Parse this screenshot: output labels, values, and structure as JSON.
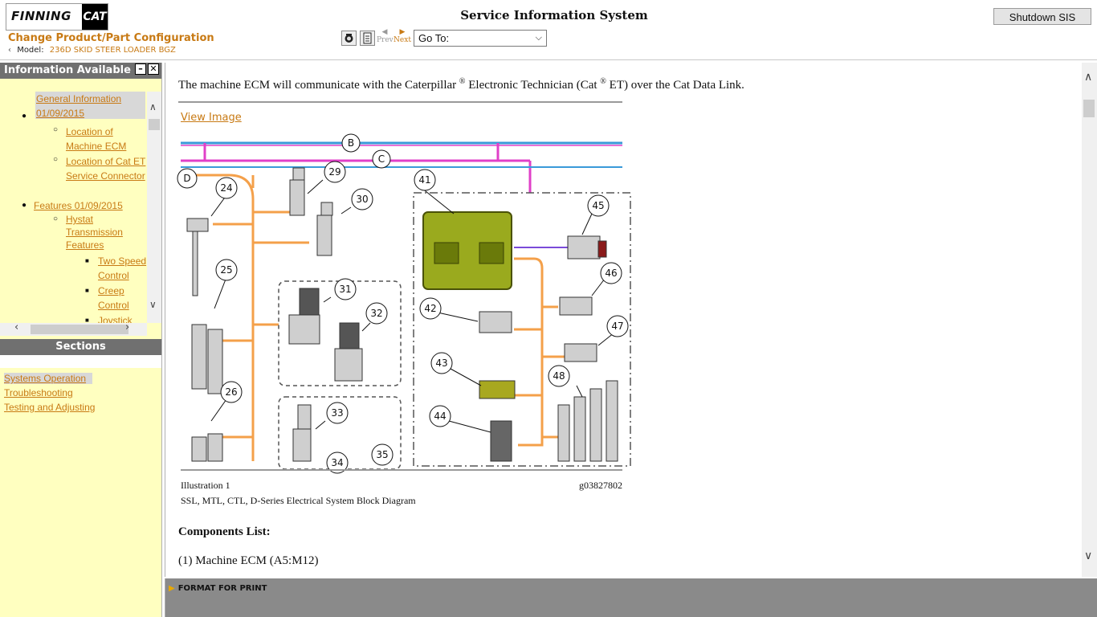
{
  "header": {
    "logo_text": "FINNING",
    "logo_cat": "CAT",
    "app_title": "Service Information System",
    "change_config": "Change Product/Part Configuration",
    "model_label": "Model:",
    "model_value": "236D SKID STEER LOADER BGZ",
    "shutdown_label": "Shutdown SIS",
    "prev_label": "Prev",
    "next_label": "Next",
    "goto_value": "Go To:"
  },
  "left_panel": {
    "info_title": "Information Available",
    "tree": {
      "general_info": "General Information 01/09/2015",
      "general_info_l1": "General Information",
      "general_info_l2": "01/09/2015",
      "loc_ecm_l1": "Location of",
      "loc_ecm_l2": "Machine ECM",
      "loc_cat_l1": "Location of Cat ET",
      "loc_cat_l2": "Service Connector",
      "features": "Features 01/09/2015",
      "hystat_l1": "Hystat",
      "hystat_l2": "Transmission",
      "hystat_l3": "Features",
      "two_speed_l1": "Two Speed",
      "two_speed_l2": "Control",
      "creep_l1": "Creep",
      "creep_l2": "Control",
      "joystick": "Joystick"
    },
    "sections_title": "Sections",
    "sections": [
      "Systems Operation",
      "Troubleshooting",
      "Testing and Adjusting"
    ]
  },
  "main": {
    "intro_a": "The machine ECM will communicate with the Caterpillar",
    "intro_reg1": "®",
    "intro_b": "Electronic Technician (Cat",
    "intro_reg2": "®",
    "intro_c": "ET) over the Cat Data Link.",
    "view_image": "View Image",
    "illustration_label": "Illustration 1",
    "illustration_id": "g03827802",
    "illustration_caption": "SSL, MTL, CTL, D-Series Electrical System Block Diagram",
    "components_heading": "Components List:",
    "first_component": "(1) Machine ECM (A5:M12)",
    "diagram_callouts": [
      "B",
      "C",
      "D",
      "24",
      "29",
      "30",
      "25",
      "31",
      "32",
      "26",
      "33",
      "34",
      "35",
      "41",
      "42",
      "43",
      "44",
      "45",
      "46",
      "47",
      "48"
    ]
  },
  "footer": {
    "format_print": "FORMAT FOR PRINT"
  },
  "colors": {
    "link": "#c87a14",
    "panel_bg": "#ffffc0",
    "bar_gray": "#707070",
    "ecm_green": "#9aaa1e",
    "wire_orange": "#f4a04a",
    "wire_blue": "#3a9ad9",
    "wire_magenta": "#e040c8"
  }
}
